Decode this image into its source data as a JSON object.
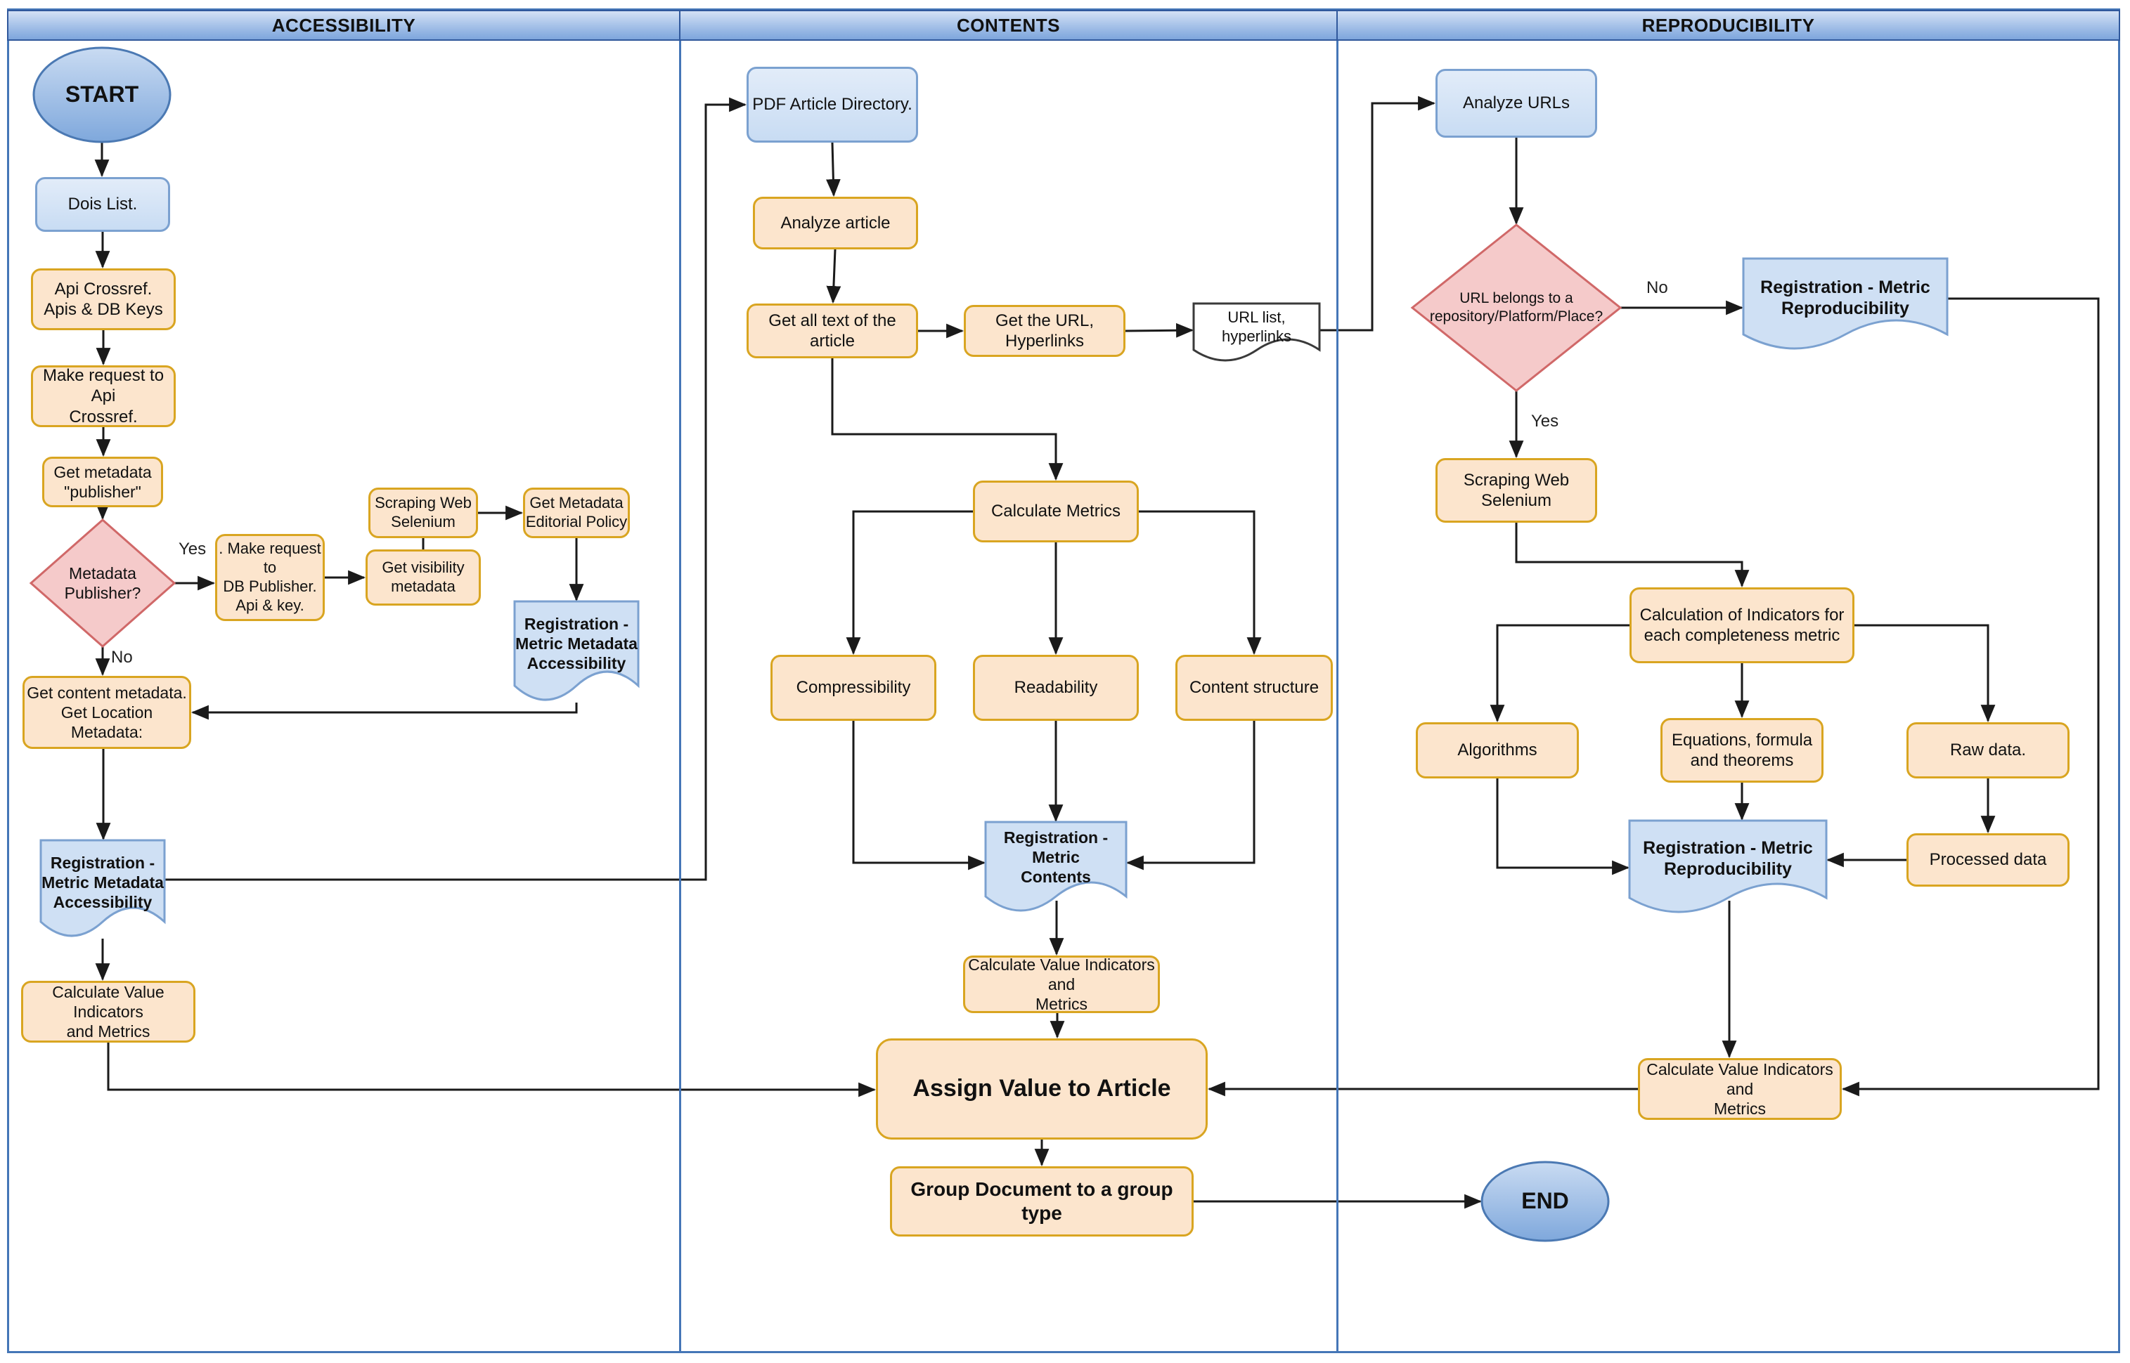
{
  "lanes": {
    "accessibility": {
      "label": "ACCESSIBILITY"
    },
    "contents": {
      "label": "CONTENTS"
    },
    "reproducibility": {
      "label": "REPRODUCIBILITY"
    }
  },
  "nodes": {
    "start": {
      "label": "START"
    },
    "dois_list": {
      "label": "Dois List."
    },
    "api_crossref": {
      "label": "Api Crossref.\nApis & DB Keys"
    },
    "make_request_api": {
      "label": "Make request to Api\nCrossref."
    },
    "get_metadata_publisher": {
      "label": "Get metadata\n\"publisher\""
    },
    "metadata_publisher_q": {
      "label": "Metadata\nPublisher?"
    },
    "make_request_db": {
      "label": ". Make request to\nDB Publisher.\nApi & key."
    },
    "get_visibility": {
      "label": "Get visibility\nmetadata"
    },
    "scraping_web_accessibility": {
      "label": "Scraping Web\nSelenium"
    },
    "get_metadata_editorial": {
      "label": "Get Metadata\nEditorial Policy"
    },
    "reg_metadata_accessibility_1": {
      "label": "Registration -\nMetric  Metadata\nAccessibility"
    },
    "get_content_metadata": {
      "label": "Get content metadata.\nGet Location Metadata:"
    },
    "reg_metadata_accessibility_2": {
      "label": "Registration -\nMetric  Metadata\nAccessibility"
    },
    "calc_value_accessibility": {
      "label": "Calculate Value Indicators\nand Metrics"
    },
    "pdf_directory": {
      "label": "PDF Article Directory."
    },
    "analyze_article": {
      "label": "Analyze article"
    },
    "get_all_text": {
      "label": "Get all text of the\narticle"
    },
    "get_url_hyperlinks": {
      "label": "Get the URL,\nHyperlinks"
    },
    "url_list_doc": {
      "label": "URL list, hyperlinks"
    },
    "calculate_metrics": {
      "label": "Calculate Metrics"
    },
    "compressibility": {
      "label": "Compressibility"
    },
    "readability": {
      "label": "Readability"
    },
    "content_structure": {
      "label": "Content structure"
    },
    "reg_contents": {
      "label": "Registration - Metric\nContents"
    },
    "calc_value_contents": {
      "label": "Calculate Value Indicators and\nMetrics"
    },
    "assign_value": {
      "label": "Assign Value to Article"
    },
    "group_document": {
      "label": "Group Document to a group type"
    },
    "analyze_urls": {
      "label": "Analyze URLs"
    },
    "url_belongs_q": {
      "label": "URL belongs to a\nrepository/Platform/Place?"
    },
    "reg_reproducibility_1": {
      "label": "Registration - Metric\nReproducibility"
    },
    "scraping_web_reproducibility": {
      "label": "Scraping Web\nSelenium"
    },
    "calc_indicators": {
      "label": "Calculation of Indicators for\neach completeness metric"
    },
    "algorithms": {
      "label": "Algorithms"
    },
    "equations": {
      "label": "Equations, formula\nand theorems"
    },
    "raw_data": {
      "label": "Raw data."
    },
    "processed_data": {
      "label": "Processed data"
    },
    "reg_reproducibility_2": {
      "label": "Registration - Metric\nReproducibility"
    },
    "calc_value_reproducibility": {
      "label": "Calculate Value Indicators and\nMetrics"
    },
    "end": {
      "label": "END"
    }
  },
  "edge_labels": {
    "yes_accessibility": "Yes",
    "no_accessibility": "No",
    "no_reproducibility": "No",
    "yes_reproducibility": "Yes"
  },
  "colors": {
    "lane_border": "#4576b7",
    "header_fill_top": "#d3e1f5",
    "header_fill_bottom": "#7ea6dc",
    "process_fill": "#fce5cd",
    "process_border": "#d9a521",
    "data_fill": "#cfe0f4",
    "data_border": "#7ba1d0",
    "decision_fill": "#f5caca",
    "decision_border": "#d06868",
    "terminator_fill_top": "#c9dbf2",
    "terminator_fill_bottom": "#7fa8dc",
    "white_doc_fill": "#ffffff",
    "connector": "#1a1a1a"
  }
}
